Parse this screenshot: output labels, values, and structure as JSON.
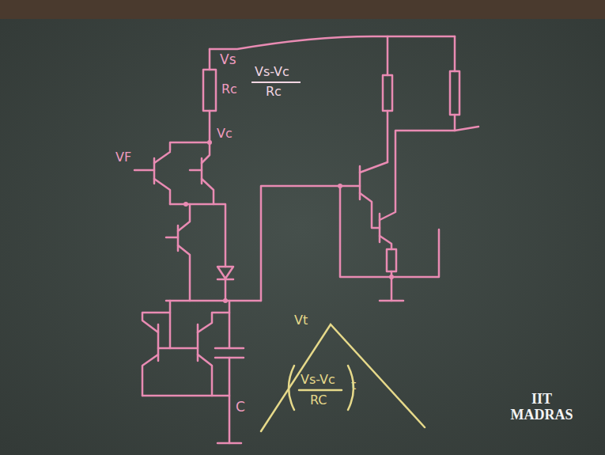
{
  "diagram": {
    "labels": [
      "Vs",
      "Rc",
      "Vs-Vc",
      "Rc",
      "Vc",
      "VF",
      "C",
      "Vt",
      "Vs-Vc",
      "RC",
      "t",
      "IIT MADRAS"
    ]
  }
}
